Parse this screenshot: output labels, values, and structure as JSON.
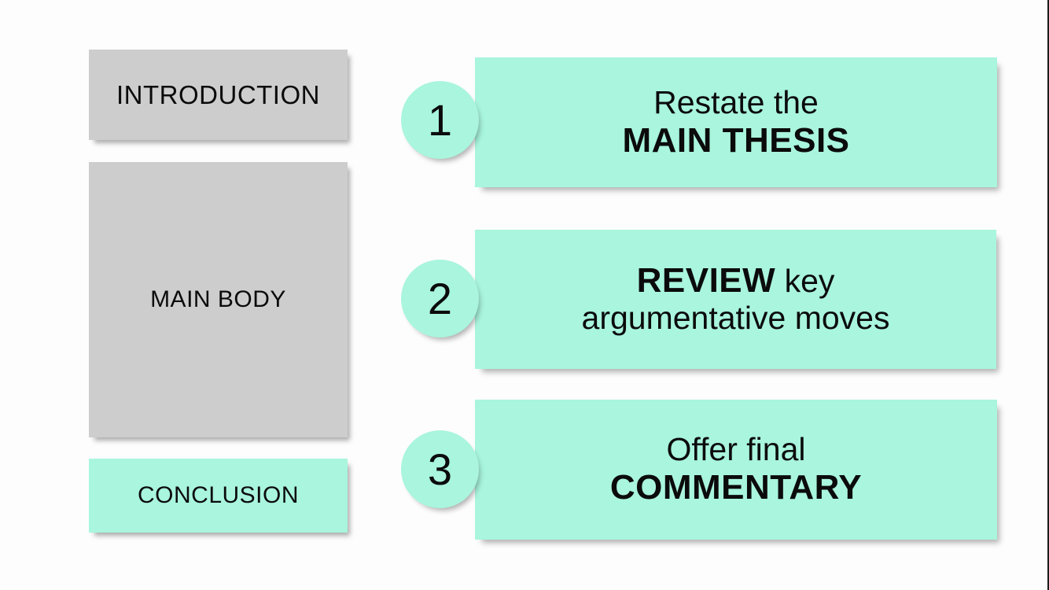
{
  "slide": {
    "background_color": "#fdfdfd",
    "mint_color": "#a9f5dd",
    "gray_color": "#cdcdcd",
    "text_color": "#0b0b0b"
  },
  "structure": {
    "items": [
      {
        "label": "INTRODUCTION",
        "fill": "gray"
      },
      {
        "label": "MAIN BODY",
        "fill": "gray"
      },
      {
        "label": "CONCLUSION",
        "fill": "mint"
      }
    ]
  },
  "steps": [
    {
      "number": "1",
      "line1": "Restate the",
      "line2": "MAIN THESIS"
    },
    {
      "number": "2",
      "line1_bold": "REVIEW",
      "line1_rest": " key",
      "line2": "argumentative moves"
    },
    {
      "number": "3",
      "line1": "Offer final",
      "line2": "COMMENTARY"
    }
  ]
}
